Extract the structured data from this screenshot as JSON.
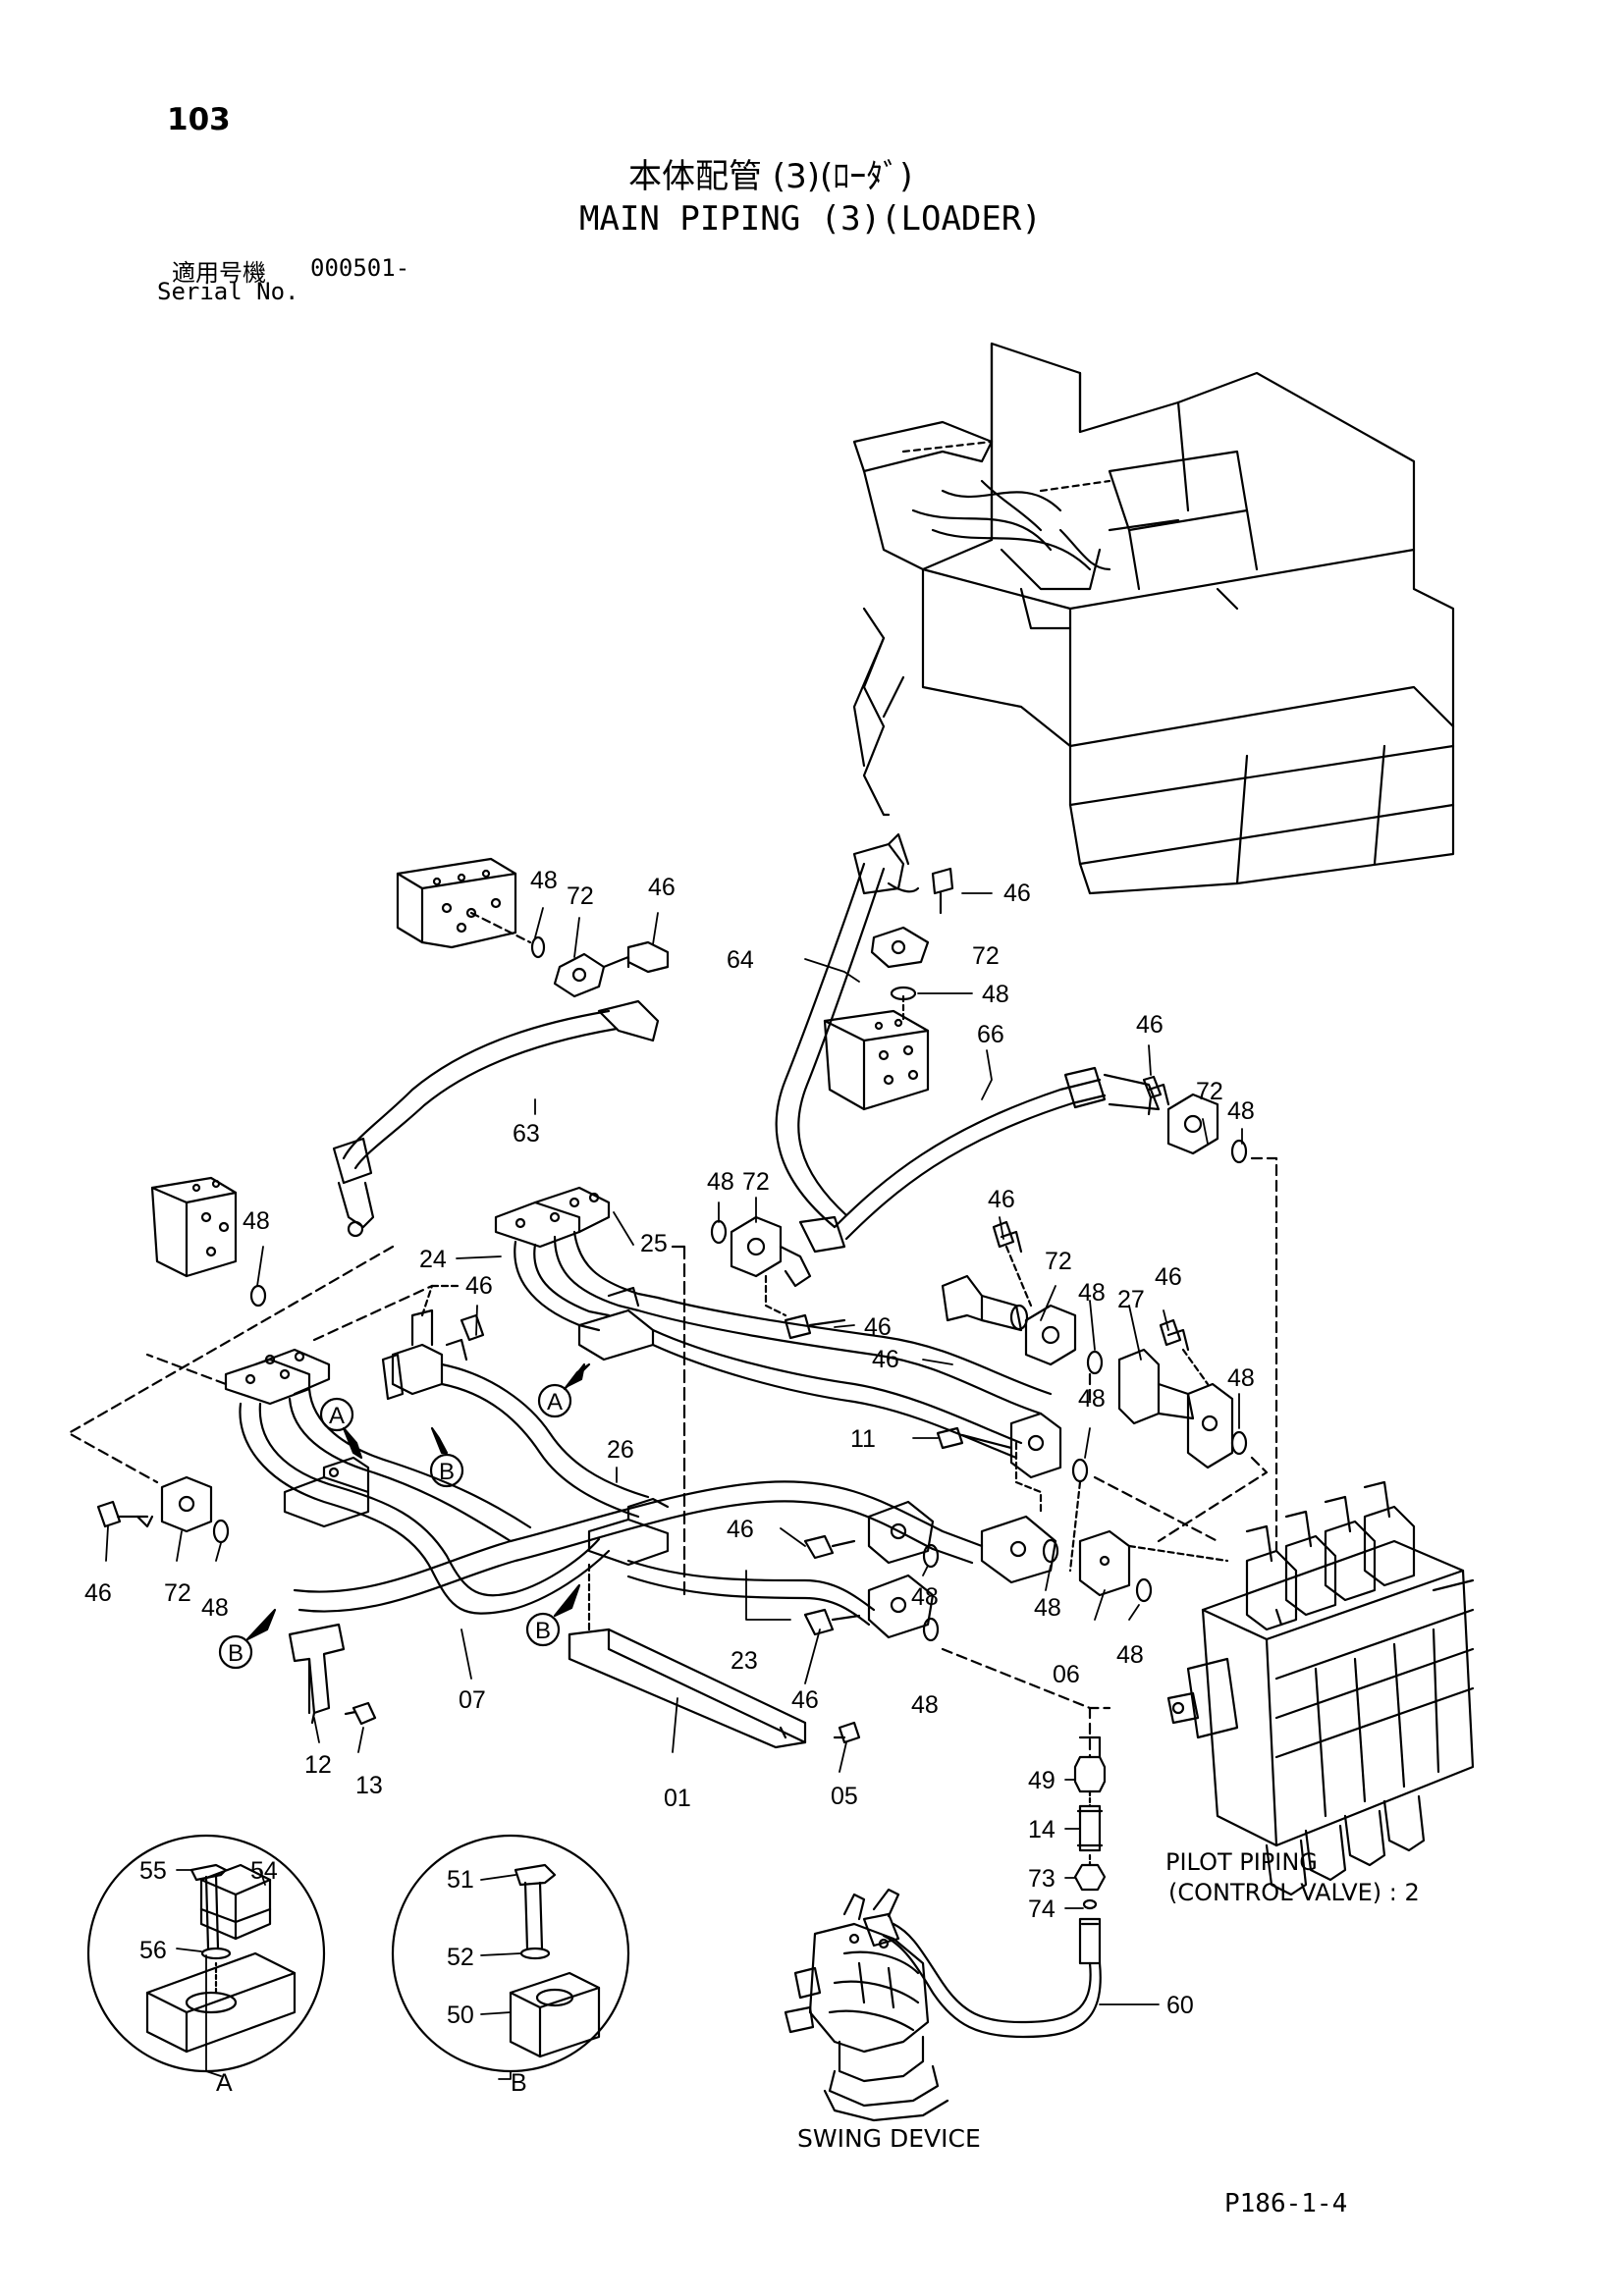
{
  "page": {
    "number": "103",
    "title_jp": "本体配管 (3)(ﾛｰﾀﾞ)",
    "title_en": "MAIN PIPING (3)(LOADER)",
    "serial_label_jp": "適用号機",
    "serial_value": "000501-",
    "serial_label_en": "Serial No.",
    "footer_code": "P186-1-4"
  },
  "annotations": {
    "pilot_piping_line1": "PILOT PIPING",
    "pilot_piping_line2": "(CONTROL VALVE) : 2",
    "swing_device": "SWING DEVICE"
  },
  "part_labels": [
    {
      "id": "p48a",
      "text": "48"
    },
    {
      "id": "p72a",
      "text": "72"
    },
    {
      "id": "p46a",
      "text": "46"
    },
    {
      "id": "p63",
      "text": "63"
    },
    {
      "id": "p48b",
      "text": "48"
    },
    {
      "id": "p46b",
      "text": "46"
    },
    {
      "id": "p64",
      "text": "64"
    },
    {
      "id": "p72b",
      "text": "72"
    },
    {
      "id": "p48c",
      "text": "48"
    },
    {
      "id": "p66",
      "text": "66"
    },
    {
      "id": "p46c",
      "text": "46"
    },
    {
      "id": "p72c",
      "text": "72"
    },
    {
      "id": "p48d",
      "text": "48"
    },
    {
      "id": "p48e",
      "text": "48"
    },
    {
      "id": "p72d",
      "text": "72"
    },
    {
      "id": "p24",
      "text": "24"
    },
    {
      "id": "p25",
      "text": "25"
    },
    {
      "id": "p46d",
      "text": "46"
    },
    {
      "id": "p46e",
      "text": "46"
    },
    {
      "id": "p46f",
      "text": "46"
    },
    {
      "id": "p72e",
      "text": "72"
    },
    {
      "id": "p48f",
      "text": "48"
    },
    {
      "id": "p27",
      "text": "27"
    },
    {
      "id": "p46g",
      "text": "46"
    },
    {
      "id": "p46h",
      "text": "46"
    },
    {
      "id": "p48g",
      "text": "48"
    },
    {
      "id": "p48h",
      "text": "48"
    },
    {
      "id": "p26",
      "text": "26"
    },
    {
      "id": "p11",
      "text": "11"
    },
    {
      "id": "p46i",
      "text": "46"
    },
    {
      "id": "p46j",
      "text": "46"
    },
    {
      "id": "p72f",
      "text": "72"
    },
    {
      "id": "p48i",
      "text": "48"
    },
    {
      "id": "p48j",
      "text": "48"
    },
    {
      "id": "p48k",
      "text": "48"
    },
    {
      "id": "p48l",
      "text": "48"
    },
    {
      "id": "p06",
      "text": "06"
    },
    {
      "id": "p23",
      "text": "23"
    },
    {
      "id": "p46k",
      "text": "46"
    },
    {
      "id": "p48m",
      "text": "48"
    },
    {
      "id": "p07",
      "text": "07"
    },
    {
      "id": "p12",
      "text": "12"
    },
    {
      "id": "p13",
      "text": "13"
    },
    {
      "id": "p01",
      "text": "01"
    },
    {
      "id": "p05",
      "text": "05"
    },
    {
      "id": "p49",
      "text": "49"
    },
    {
      "id": "p14",
      "text": "14"
    },
    {
      "id": "p73",
      "text": "73"
    },
    {
      "id": "p74",
      "text": "74"
    },
    {
      "id": "p60",
      "text": "60"
    },
    {
      "id": "p55",
      "text": "55"
    },
    {
      "id": "p54",
      "text": "54"
    },
    {
      "id": "p56",
      "text": "56"
    },
    {
      "id": "p51",
      "text": "51"
    },
    {
      "id": "p52",
      "text": "52"
    },
    {
      "id": "p50",
      "text": "50"
    }
  ],
  "section_markers": [
    {
      "id": "mA1",
      "text": "A"
    },
    {
      "id": "mA2",
      "text": "A"
    },
    {
      "id": "mB1",
      "text": "B"
    },
    {
      "id": "mB2",
      "text": "B"
    },
    {
      "id": "mB3",
      "text": "B"
    }
  ],
  "detail_labels": {
    "detail_a": "A",
    "detail_b": "B"
  }
}
